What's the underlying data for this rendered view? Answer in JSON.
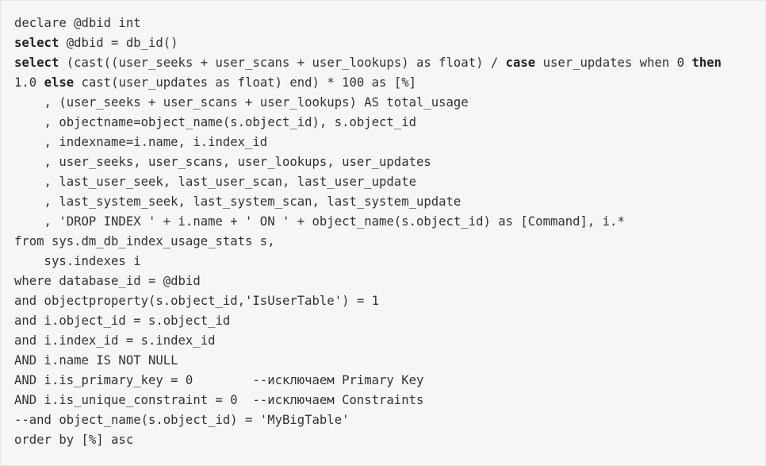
{
  "code": {
    "language": "sql",
    "lines": [
      [
        {
          "t": "declare @dbid int"
        }
      ],
      [
        {
          "t": "select",
          "kw": true
        },
        {
          "t": " @dbid = db_id()"
        }
      ],
      [
        {
          "t": "select",
          "kw": true
        },
        {
          "t": " (cast((user_seeks + user_scans + user_lookups) as float) / "
        },
        {
          "t": "case",
          "kw": true
        },
        {
          "t": " user_updates when 0 "
        },
        {
          "t": "then",
          "kw": true
        }
      ],
      [
        {
          "t": "1.0 "
        },
        {
          "t": "else",
          "kw": true
        },
        {
          "t": " cast(user_updates as float) end) * 100 as [%]"
        }
      ],
      [
        {
          "t": "    , (user_seeks + user_scans + user_lookups) AS total_usage"
        }
      ],
      [
        {
          "t": "    , objectname=object_name(s.object_id), s.object_id"
        }
      ],
      [
        {
          "t": "    , indexname=i.name, i.index_id"
        }
      ],
      [
        {
          "t": "    , user_seeks, user_scans, user_lookups, user_updates"
        }
      ],
      [
        {
          "t": "    , last_user_seek, last_user_scan, last_user_update"
        }
      ],
      [
        {
          "t": "    , last_system_seek, last_system_scan, last_system_update"
        }
      ],
      [
        {
          "t": "    , 'DROP INDEX ' + i.name + ' ON ' + object_name(s.object_id) as [Command], i.*"
        }
      ],
      [
        {
          "t": "from sys.dm_db_index_usage_stats s,"
        }
      ],
      [
        {
          "t": "    sys.indexes i"
        }
      ],
      [
        {
          "t": "where database_id = @dbid"
        }
      ],
      [
        {
          "t": "and objectproperty(s.object_id,'IsUserTable') = 1"
        }
      ],
      [
        {
          "t": "and i.object_id = s.object_id"
        }
      ],
      [
        {
          "t": "and i.index_id = s.index_id"
        }
      ],
      [
        {
          "t": "AND i.name IS NOT NULL"
        }
      ],
      [
        {
          "t": "AND i.is_primary_key = 0        --исключаем Primary Key"
        }
      ],
      [
        {
          "t": "AND i.is_unique_constraint = 0  --исключаем Constraints"
        }
      ],
      [
        {
          "t": "--and object_name(s.object_id) = 'MyBigTable'"
        }
      ],
      [
        {
          "t": "order by [%] asc"
        }
      ]
    ]
  }
}
